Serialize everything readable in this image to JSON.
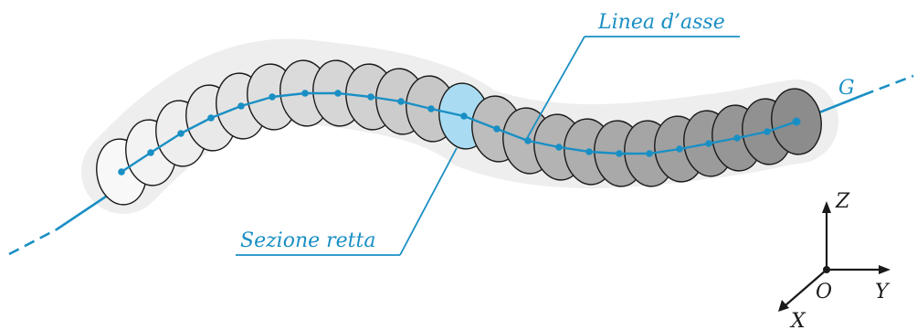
{
  "labels": {
    "axis_line": "Linea d’asse",
    "cross_section": "Sezione retta",
    "centroid": "G"
  },
  "axes": {
    "z": "Z",
    "y": "Y",
    "x": "X",
    "origin": "O"
  },
  "colors": {
    "accent": "#1a8fc4",
    "highlight_section": "#a9dcf2",
    "outline": "#1a1a1a"
  }
}
